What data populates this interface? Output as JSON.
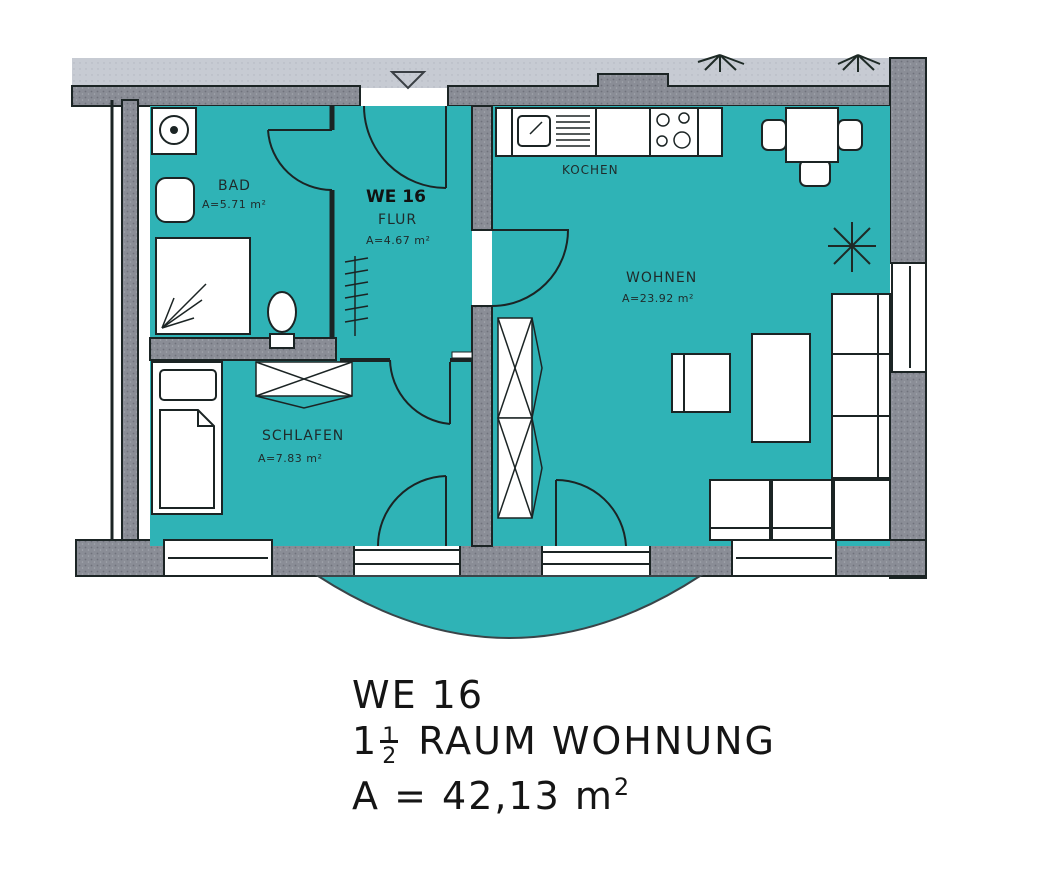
{
  "plan": {
    "unit_id": "WE 16",
    "colors": {
      "floor": "#2fb3b6",
      "wall": "#8a8d96",
      "outdoor": "#c7cbd3",
      "fixture": "#ffffff",
      "line": "#1b2424"
    },
    "rooms": [
      {
        "id": "bad",
        "name": "BAD",
        "area": "A=5.71 m²"
      },
      {
        "id": "flur",
        "name": "FLUR",
        "area": "A=4.67 m²"
      },
      {
        "id": "kochen",
        "name": "KOCHEN",
        "area": ""
      },
      {
        "id": "wohnen",
        "name": "WOHNEN",
        "area": "A=23.92 m²"
      },
      {
        "id": "schlafen",
        "name": "SCHLAFEN",
        "area": "A=7.83 m²"
      }
    ],
    "entrance_marker": "triangle-down"
  },
  "caption": {
    "line1": "WE 16",
    "line2_whole": "1",
    "line2_frac_num": "1",
    "line2_frac_den": "2",
    "line2_text": "RAUM WOHNUNG",
    "line3_prefix": "A",
    "line3_value": "= 42,13 m",
    "line3_sup": "2"
  }
}
